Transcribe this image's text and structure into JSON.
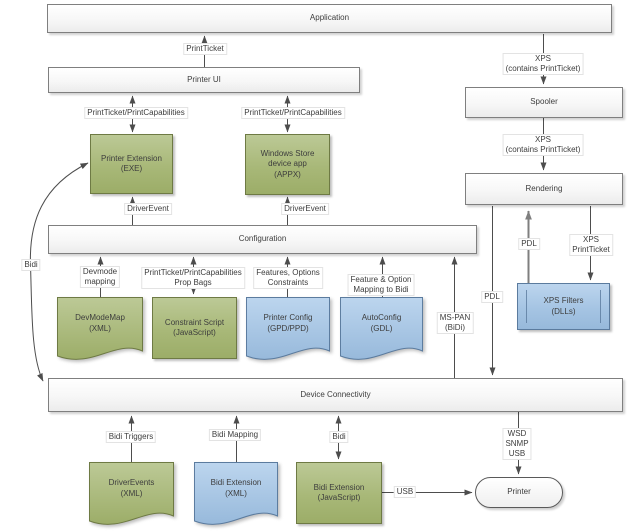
{
  "nodes": {
    "application": {
      "label": "Application"
    },
    "printer_ui": {
      "label": "Printer UI"
    },
    "printer_extension": {
      "lines": [
        "Printer Extension",
        "(EXE)"
      ]
    },
    "windows_store_app": {
      "lines": [
        "Windows Store",
        "device app",
        "(APPX)"
      ]
    },
    "configuration": {
      "label": "Configuration"
    },
    "spooler": {
      "label": "Spooler"
    },
    "rendering": {
      "label": "Rendering"
    },
    "xps_filters": {
      "lines": [
        "XPS Filters",
        "(DLLs)"
      ]
    },
    "devmodemap": {
      "lines": [
        "DevModeMap",
        "(XML)"
      ]
    },
    "constraint_script": {
      "lines": [
        "Constraint Script",
        "(JavaScript)"
      ]
    },
    "printer_config": {
      "lines": [
        "Printer Config",
        "(GPD/PPD)"
      ]
    },
    "autoconfig": {
      "lines": [
        "AutoConfig",
        "(GDL)"
      ]
    },
    "device_connectivity": {
      "label": "Device Connectivity"
    },
    "driverevents": {
      "lines": [
        "DriverEvents",
        "(XML)"
      ]
    },
    "bidi_extension_xml": {
      "lines": [
        "Bidi Extension",
        "(XML)"
      ]
    },
    "bidi_extension_js": {
      "lines": [
        "Bidi Extension",
        "(JavaScript)"
      ]
    },
    "printer": {
      "label": "Printer"
    }
  },
  "edge_labels": {
    "print_ticket": "PrintTicket",
    "pt_pc_left": "PrintTicket/PrintCapabilities",
    "pt_pc_right": "PrintTicket/PrintCapabilities",
    "driver_event_left": "DriverEvent",
    "driver_event_right": "DriverEvent",
    "bidi_curve": "Bidi",
    "devmode_mapping": [
      "Devmode",
      "mapping"
    ],
    "pt_pc_prop_bags": [
      "PrintTicket/PrintCapabilities",
      "Prop Bags"
    ],
    "features_options": [
      "Features, Options",
      "Constraints"
    ],
    "feature_option_mapping": [
      "Feature & Option",
      "Mapping to Bidi"
    ],
    "ms_pan": [
      "MS-PAN",
      "(BiDi)"
    ],
    "pdl_down": "PDL",
    "pdl_up": "PDL",
    "xps_printticket": [
      "XPS",
      "PrintTicket"
    ],
    "xps_contains_1": [
      "XPS",
      "(contains PrintTicket)"
    ],
    "xps_contains_2": [
      "XPS",
      "(contains PrintTicket)"
    ],
    "bidi_triggers": "Bidi Triggers",
    "bidi_mapping": "Bidi Mapping",
    "bidi_bottom": "Bidi",
    "usb": "USB",
    "wsd_snmp_usb": [
      "WSD",
      "SNMP",
      "USB"
    ]
  },
  "colors": {
    "green_fill": "#a8b878",
    "green_border": "#6e7a44",
    "blue_fill": "#a5c4e3",
    "blue_border": "#5b7b9e",
    "bar_border": "#7f7f7f",
    "connector": "#4d4d4d"
  }
}
